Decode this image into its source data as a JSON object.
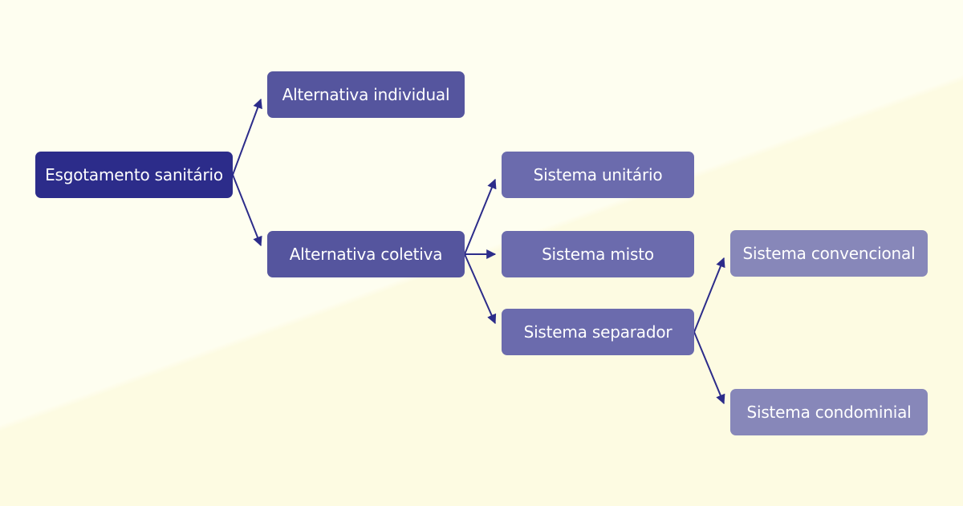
{
  "colors": {
    "root_fill": "#2c2c8a",
    "level1_fill": "#55559e",
    "level2_fill": "#6b6bad",
    "level3_fill": "#8787b9",
    "connector": "#2c2c8a"
  },
  "nodes": {
    "root": {
      "label": "Esgotamento sanitário"
    },
    "individual": {
      "label": "Alternativa individual"
    },
    "coletiva": {
      "label": "Alternativa coletiva"
    },
    "unitario": {
      "label": "Sistema unitário"
    },
    "misto": {
      "label": "Sistema misto"
    },
    "separador": {
      "label": "Sistema separador"
    },
    "convencional": {
      "label": "Sistema convencional"
    },
    "condominial": {
      "label": "Sistema condominial"
    }
  },
  "edges": [
    {
      "from": "root",
      "to": "individual"
    },
    {
      "from": "root",
      "to": "coletiva"
    },
    {
      "from": "coletiva",
      "to": "unitario"
    },
    {
      "from": "coletiva",
      "to": "misto"
    },
    {
      "from": "coletiva",
      "to": "separador"
    },
    {
      "from": "separador",
      "to": "convencional"
    },
    {
      "from": "separador",
      "to": "condominial"
    }
  ]
}
